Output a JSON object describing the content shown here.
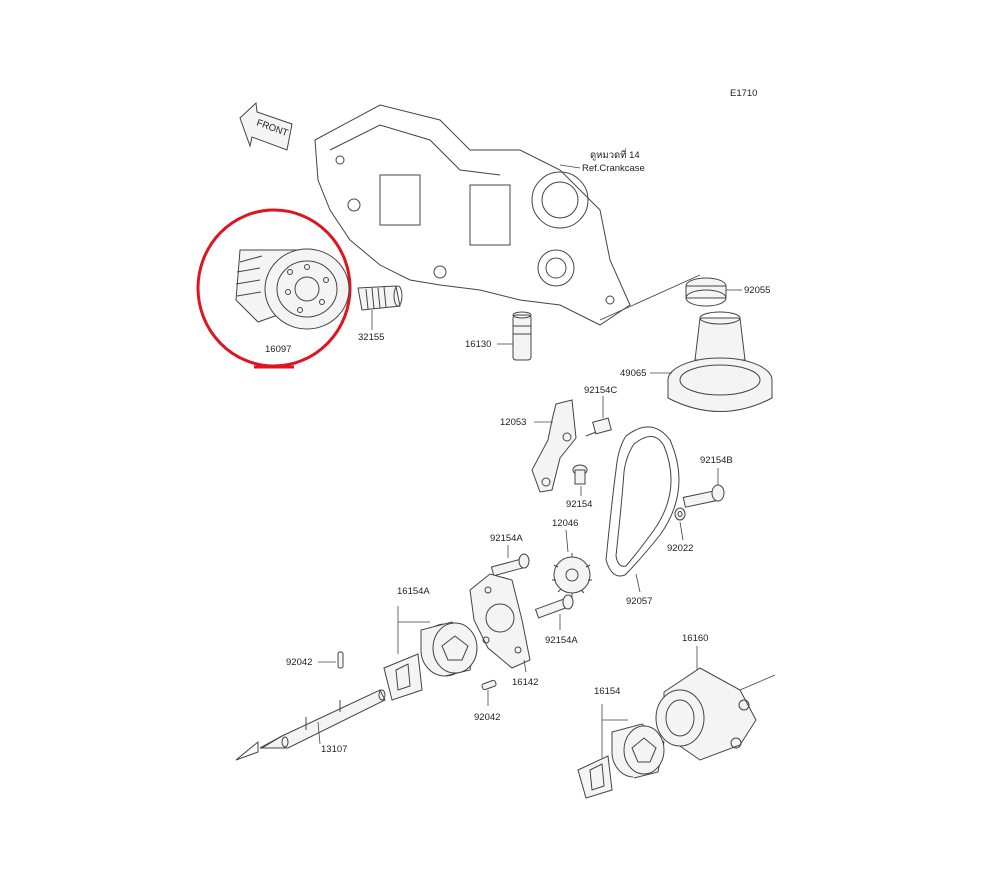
{
  "diagram_code": "E1710",
  "front_label": "FRONT",
  "crankcase_ref": {
    "line1": "ดูหมวดที่ 14",
    "line2": "Ref.Crankcase"
  },
  "highlight": {
    "part": "16097",
    "color": "#e0141e"
  },
  "parts": [
    {
      "id": "p16097",
      "label": "16097"
    },
    {
      "id": "p32155",
      "label": "32155"
    },
    {
      "id": "p16130",
      "label": "16130"
    },
    {
      "id": "p92055",
      "label": "92055"
    },
    {
      "id": "p49065",
      "label": "49065"
    },
    {
      "id": "p92154C",
      "label": "92154C"
    },
    {
      "id": "p12053",
      "label": "12053"
    },
    {
      "id": "p92154",
      "label": "92154"
    },
    {
      "id": "p92154B",
      "label": "92154B"
    },
    {
      "id": "p12046",
      "label": "12046"
    },
    {
      "id": "p92154A_top",
      "label": "92154A"
    },
    {
      "id": "p92022",
      "label": "92022"
    },
    {
      "id": "p92057",
      "label": "92057"
    },
    {
      "id": "p16154A",
      "label": "16154A"
    },
    {
      "id": "p92154A_bot",
      "label": "92154A"
    },
    {
      "id": "p16160",
      "label": "16160"
    },
    {
      "id": "p92042_left",
      "label": "92042"
    },
    {
      "id": "p16142",
      "label": "16142"
    },
    {
      "id": "p92042_mid",
      "label": "92042"
    },
    {
      "id": "p16154",
      "label": "16154"
    },
    {
      "id": "p13107",
      "label": "13107"
    }
  ]
}
